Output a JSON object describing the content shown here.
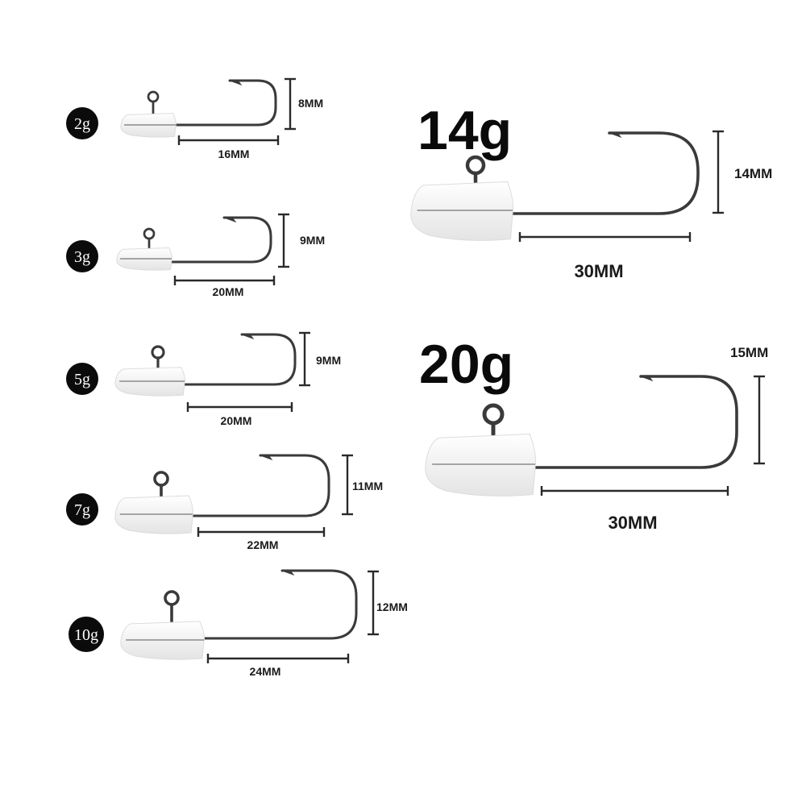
{
  "colors": {
    "hook": "#3a3a3a",
    "lead": "#f3f3f3",
    "badge": "#0b0b0b",
    "text": "#1a1a1a"
  },
  "small_jigs": [
    {
      "weight": "2g",
      "length": "16MM",
      "gap": "8MM"
    },
    {
      "weight": "3g",
      "length": "20MM",
      "gap": "9MM"
    },
    {
      "weight": "5g",
      "length": "20MM",
      "gap": "9MM"
    },
    {
      "weight": "7g",
      "length": "22MM",
      "gap": "11MM"
    },
    {
      "weight": "10g",
      "length": "24MM",
      "gap": "12MM"
    }
  ],
  "large_jigs": [
    {
      "weight": "14g",
      "length": "30MM",
      "gap": "14MM"
    },
    {
      "weight": "20g",
      "length": "30MM",
      "gap": "15MM"
    }
  ]
}
